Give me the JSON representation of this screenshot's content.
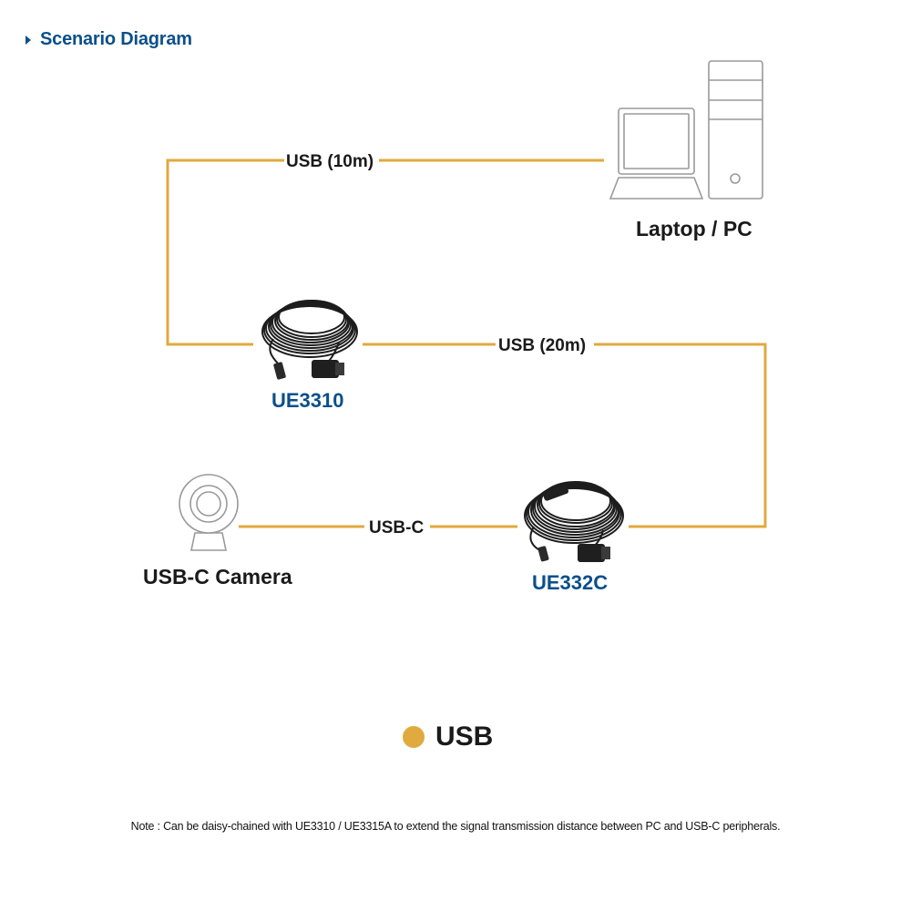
{
  "header": {
    "title": "Scenario Diagram"
  },
  "colors": {
    "wire": "#e0aa3e",
    "accent": "#0b4f8a",
    "text": "#1a1a1a",
    "icon_stroke": "#9a9a9a"
  },
  "nodes": {
    "pc": {
      "label": "Laptop / PC",
      "icon": "laptop-pc-icon"
    },
    "camera": {
      "label": "USB-C Camera",
      "icon": "webcam-icon"
    },
    "ue3310": {
      "label": "UE3310",
      "icon": "usb-cable-icon"
    },
    "ue332c": {
      "label": "UE332C",
      "icon": "usb-cable-icon"
    }
  },
  "connections": {
    "pc_to_ue3310": "USB (10m)",
    "ue3310_to_ue332c": "USB (20m)",
    "ue332c_to_camera": "USB-C"
  },
  "legend": {
    "label": "USB"
  },
  "note": "Note : Can be daisy-chained with UE3310 / UE3315A to extend the signal transmission distance between PC and USB-C peripherals."
}
